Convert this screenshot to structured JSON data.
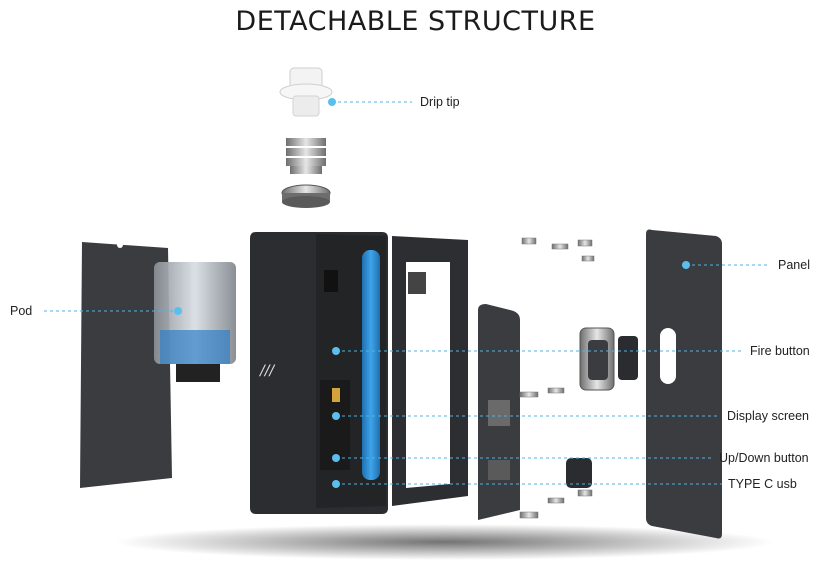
{
  "title": "DETACHABLE STRUCTURE",
  "labels": {
    "drip_tip": "Drip tip",
    "pod": "Pod",
    "panel": "Panel",
    "fire_button": "Fire button",
    "display_screen": "Display screen",
    "up_down_button": "Up/Down button",
    "type_c_usb": "TYPE C usb"
  },
  "colors": {
    "leader_line": "#4fb4e4",
    "leader_dot": "#5bbfee",
    "body": "#2b2d30",
    "panel": "#3a3c3f",
    "battery": "#2d8fd6"
  }
}
